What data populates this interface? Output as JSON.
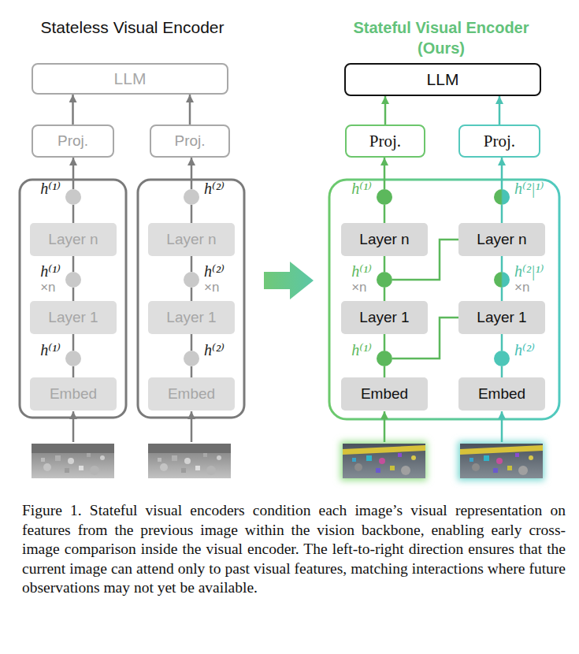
{
  "diagram": {
    "caption": "Figure 1. Stateful visual encoders condition each image’s visual representation on features from the previous image within the vision backbone, enabling early cross-image comparison inside the visual encoder. The left-to-right direction ensures that the current image can attend only to past visual features, matching interactions where future observations may not yet be available.",
    "nodes": [
      {
        "text": [
          "LLM"
        ]
      },
      {
        "text": [
          "Proj."
        ]
      },
      {
        "text": [
          "Proj."
        ]
      },
      {
        "text": [
          "h⁽¹⁾"
        ]
      },
      {
        "text": [
          "Layer n"
        ]
      },
      {
        "text": [
          "h⁽¹⁾",
          "×n"
        ]
      },
      {
        "text": [
          "Layer 1"
        ]
      },
      {
        "text": [
          "h⁽¹⁾"
        ]
      },
      {
        "text": [
          "Embed"
        ]
      },
      {
        "text": [
          "h⁽²⁾"
        ]
      },
      {
        "text": [
          "Layer n"
        ]
      },
      {
        "text": [
          "h⁽²⁾",
          "×n"
        ]
      },
      {
        "text": [
          "Layer 1"
        ]
      },
      {
        "text": [
          "h⁽²⁾"
        ]
      },
      {
        "text": [
          "Embed"
        ]
      },
      {
        "text": [
          "LLM"
        ]
      },
      {
        "text": [
          "Proj."
        ]
      },
      {
        "text": [
          "Proj."
        ]
      },
      {
        "text": [
          "h⁽¹⁾"
        ]
      },
      {
        "text": [
          "Layer n"
        ]
      },
      {
        "text": [
          "h⁽¹⁾",
          "×n"
        ]
      },
      {
        "text": [
          "Layer 1"
        ]
      },
      {
        "text": [
          "h⁽¹⁾"
        ]
      },
      {
        "text": [
          "Embed"
        ]
      },
      {
        "text": [
          "h⁽²|¹⁾"
        ]
      },
      {
        "text": [
          "Layer n"
        ]
      },
      {
        "text": [
          "h⁽²|¹⁾",
          "×n"
        ]
      },
      {
        "text": [
          "Layer 1"
        ]
      },
      {
        "text": [
          "h⁽²⁾"
        ]
      },
      {
        "text": [
          "Embed"
        ]
      }
    ],
    "edges": [
      {
        "from": 8,
        "to": 7,
        "arrow": "none"
      },
      {
        "from": 7,
        "to": 6,
        "arrow": "none"
      },
      {
        "from": 6,
        "to": 5,
        "arrow": "none"
      },
      {
        "from": 5,
        "to": 4,
        "arrow": "none"
      },
      {
        "from": 4,
        "to": 3,
        "arrow": "none"
      },
      {
        "from": 3,
        "to": 1,
        "arrow": "to"
      },
      {
        "from": 1,
        "to": 0,
        "arrow": "to"
      },
      {
        "from": 14,
        "to": 13,
        "arrow": "none"
      },
      {
        "from": 13,
        "to": 12,
        "arrow": "none"
      },
      {
        "from": 12,
        "to": 11,
        "arrow": "none"
      },
      {
        "from": 11,
        "to": 10,
        "arrow": "none"
      },
      {
        "from": 10,
        "to": 9,
        "arrow": "none"
      },
      {
        "from": 9,
        "to": 2,
        "arrow": "to"
      },
      {
        "from": 2,
        "to": 0,
        "arrow": "to"
      },
      {
        "from": 23,
        "to": 22,
        "arrow": "none"
      },
      {
        "from": 22,
        "to": 21,
        "arrow": "none"
      },
      {
        "from": 21,
        "to": 20,
        "arrow": "none"
      },
      {
        "from": 20,
        "to": 19,
        "arrow": "none"
      },
      {
        "from": 19,
        "to": 18,
        "arrow": "none"
      },
      {
        "from": 18,
        "to": 16,
        "arrow": "to"
      },
      {
        "from": 16,
        "to": 15,
        "arrow": "to"
      },
      {
        "from": 29,
        "to": 28,
        "arrow": "none"
      },
      {
        "from": 28,
        "to": 27,
        "arrow": "none"
      },
      {
        "from": 27,
        "to": 26,
        "arrow": "none"
      },
      {
        "from": 26,
        "to": 25,
        "arrow": "none"
      },
      {
        "from": 25,
        "to": 24,
        "arrow": "none"
      },
      {
        "from": 24,
        "to": 17,
        "arrow": "to"
      },
      {
        "from": 17,
        "to": 15,
        "arrow": "to"
      },
      {
        "from": 22,
        "to": 27,
        "arrow": "none"
      },
      {
        "from": 20,
        "to": 25,
        "arrow": "none"
      }
    ],
    "labels": [
      "Stateless Visual Encoder",
      "Stateful Visual Encoder (Ours)"
    ]
  }
}
